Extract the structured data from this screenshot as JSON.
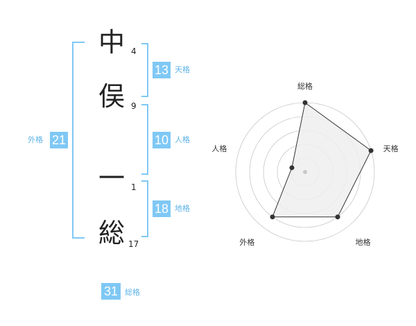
{
  "name_chars": [
    {
      "char": "中",
      "strokes": "4"
    },
    {
      "char": "俣",
      "strokes": "9"
    },
    {
      "char": "一",
      "strokes": "1"
    },
    {
      "char": "総",
      "strokes": "17"
    }
  ],
  "kaku": {
    "tenkaku": {
      "value": "13",
      "label": "天格"
    },
    "jinkaku": {
      "value": "10",
      "label": "人格"
    },
    "chikaku": {
      "value": "18",
      "label": "地格"
    },
    "gaikaku": {
      "value": "21",
      "label": "外格"
    },
    "soukaku": {
      "value": "31",
      "label": "総格"
    }
  },
  "colors": {
    "accent": "#7fc8f5",
    "label": "#5fb4e8",
    "fill": "#eeeeee"
  },
  "chart_data": {
    "type": "radar",
    "axes": [
      "総格",
      "天格",
      "地格",
      "外格",
      "人格"
    ],
    "values": [
      5,
      5,
      4,
      4,
      1
    ],
    "max": 5
  }
}
